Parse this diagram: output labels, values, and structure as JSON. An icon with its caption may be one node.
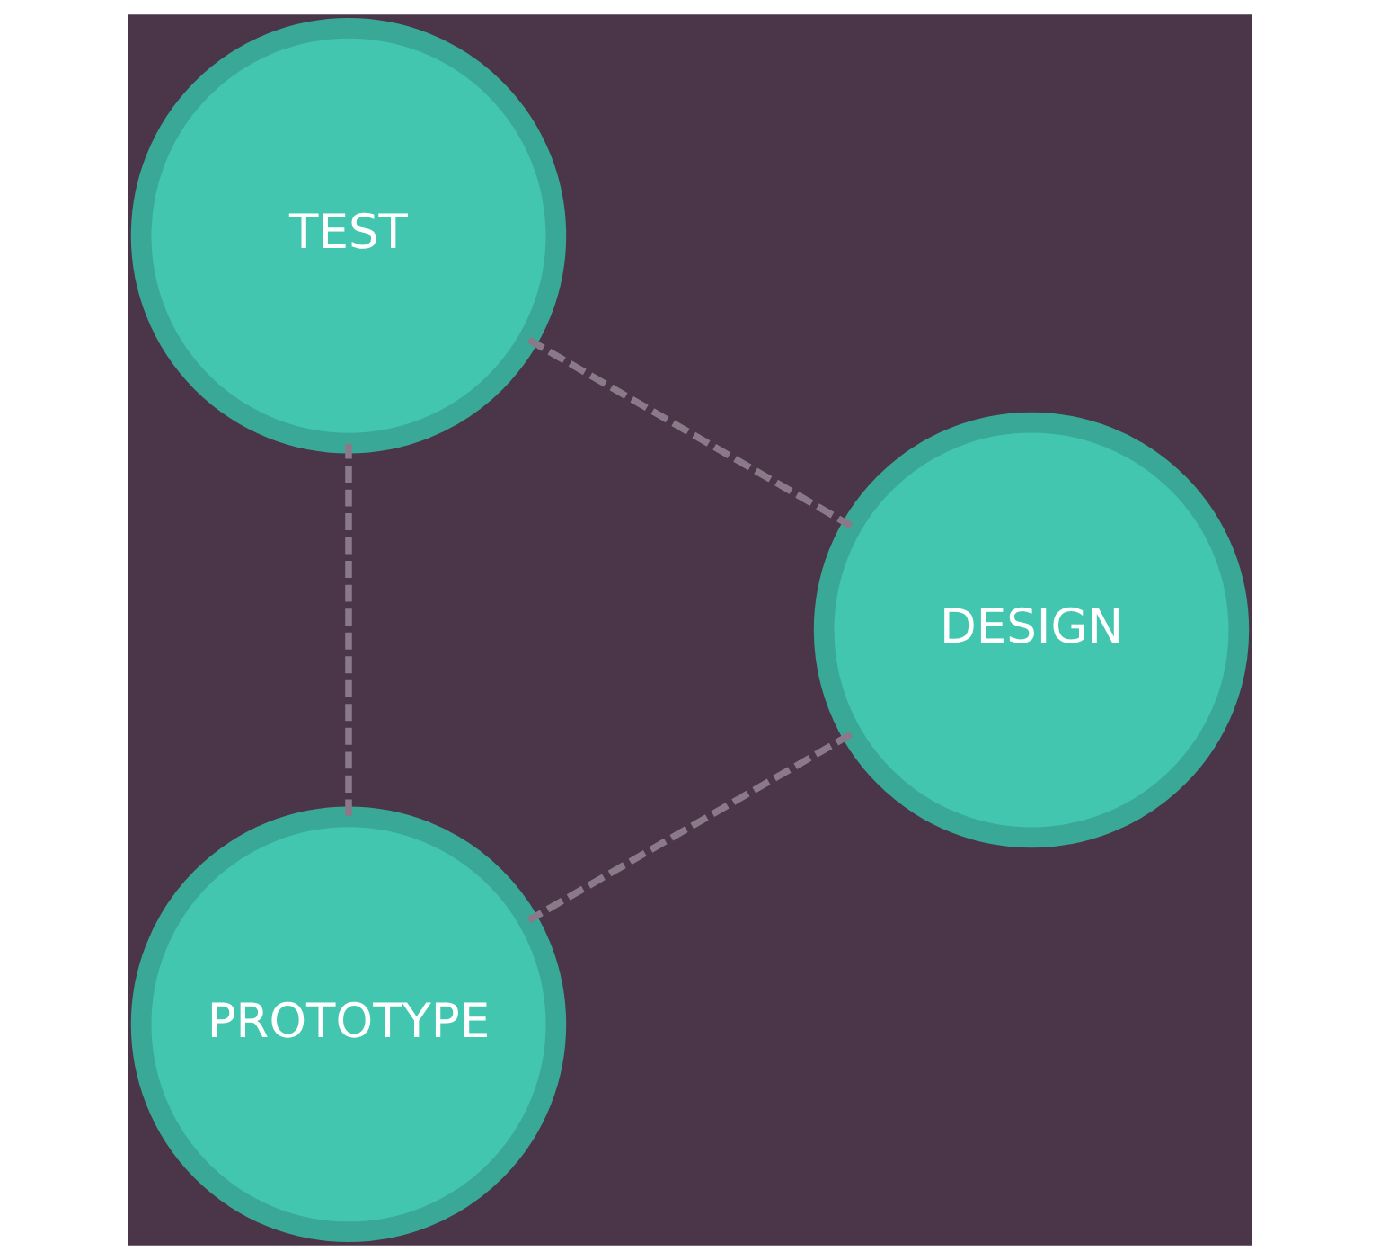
{
  "diagram": {
    "nodes": [
      {
        "text": [
          "PROTOTYPE"
        ]
      },
      {
        "text": [
          "DESIGN"
        ]
      },
      {
        "text": [
          "TEST"
        ]
      }
    ],
    "edges": [
      {
        "from": 0,
        "to": 2,
        "arrow": "none",
        "style": "dashed"
      },
      {
        "from": 2,
        "to": 1,
        "arrow": "none",
        "style": "dashed"
      },
      {
        "from": 1,
        "to": 0,
        "arrow": "none",
        "style": "dashed"
      }
    ]
  }
}
